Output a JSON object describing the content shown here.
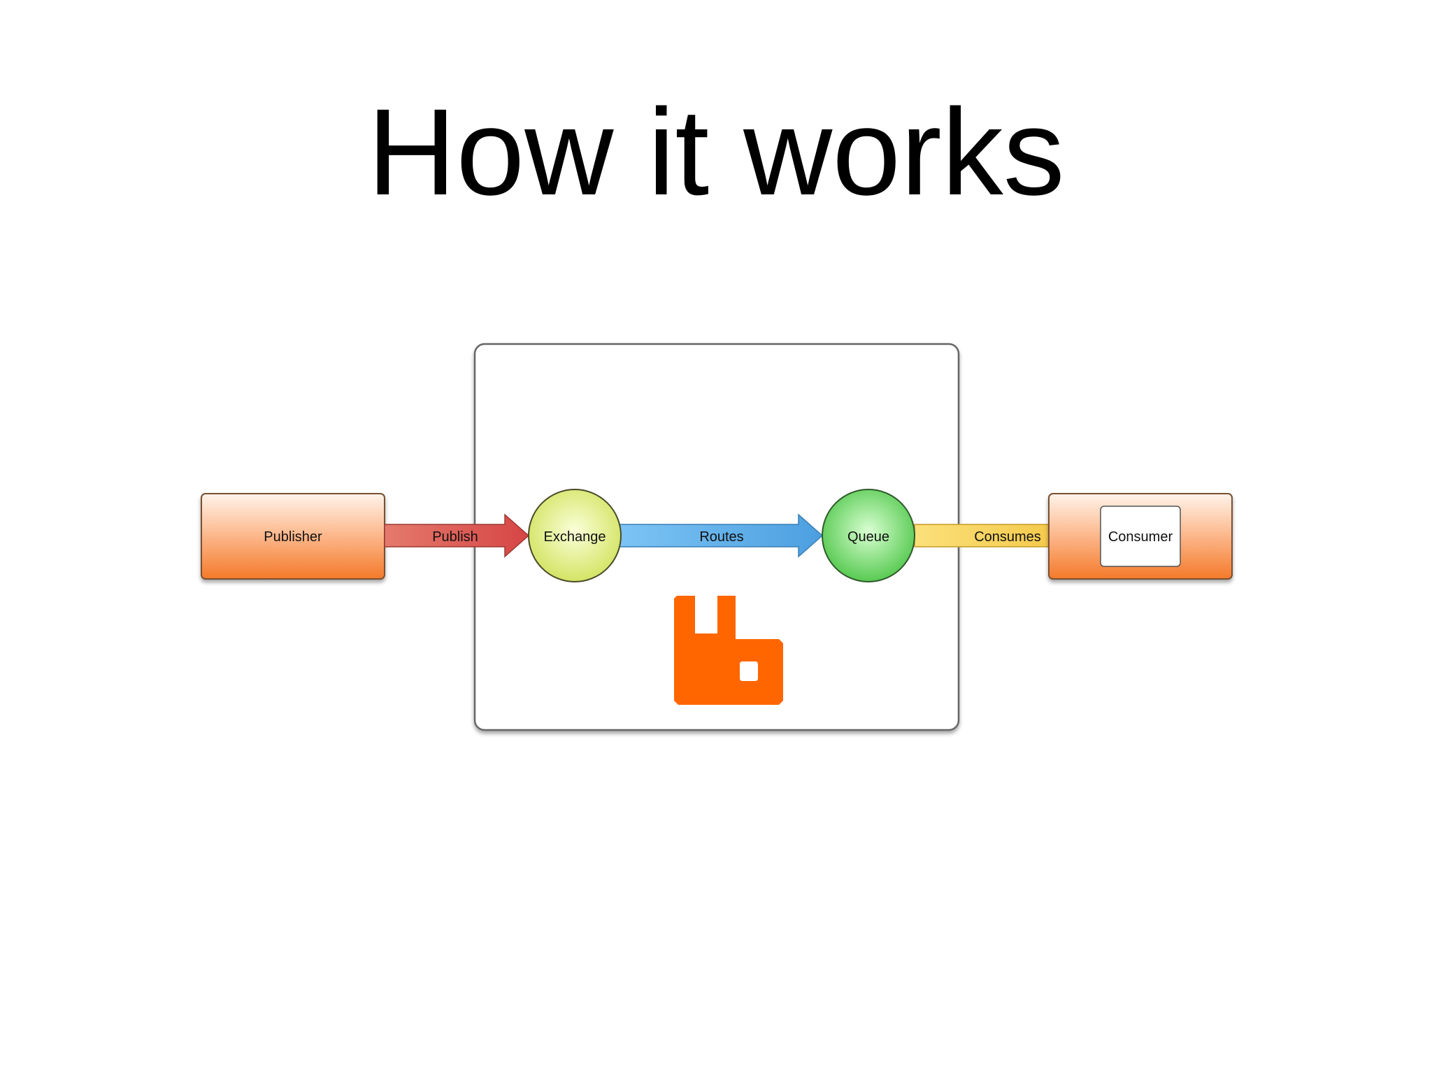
{
  "slide": {
    "title": "How it works"
  },
  "diagram": {
    "nodes": {
      "publisher": "Publisher",
      "exchange": "Exchange",
      "queue": "Queue",
      "consumer": "Consumer"
    },
    "edges": {
      "publish": "Publish",
      "routes": "Routes",
      "consumes": "Consumes"
    },
    "colors": {
      "orange_box": "#f47a2a",
      "publish_arrow": "#d9534f",
      "exchange_fill": "#d5e86a",
      "routes_arrow": "#5aa9e6",
      "queue_fill": "#5fd15a",
      "consumes_arrow": "#f5c84a",
      "broker_logo": "#ff6600"
    },
    "icons": {
      "broker_logo": "rabbitmq-logo-icon"
    }
  }
}
